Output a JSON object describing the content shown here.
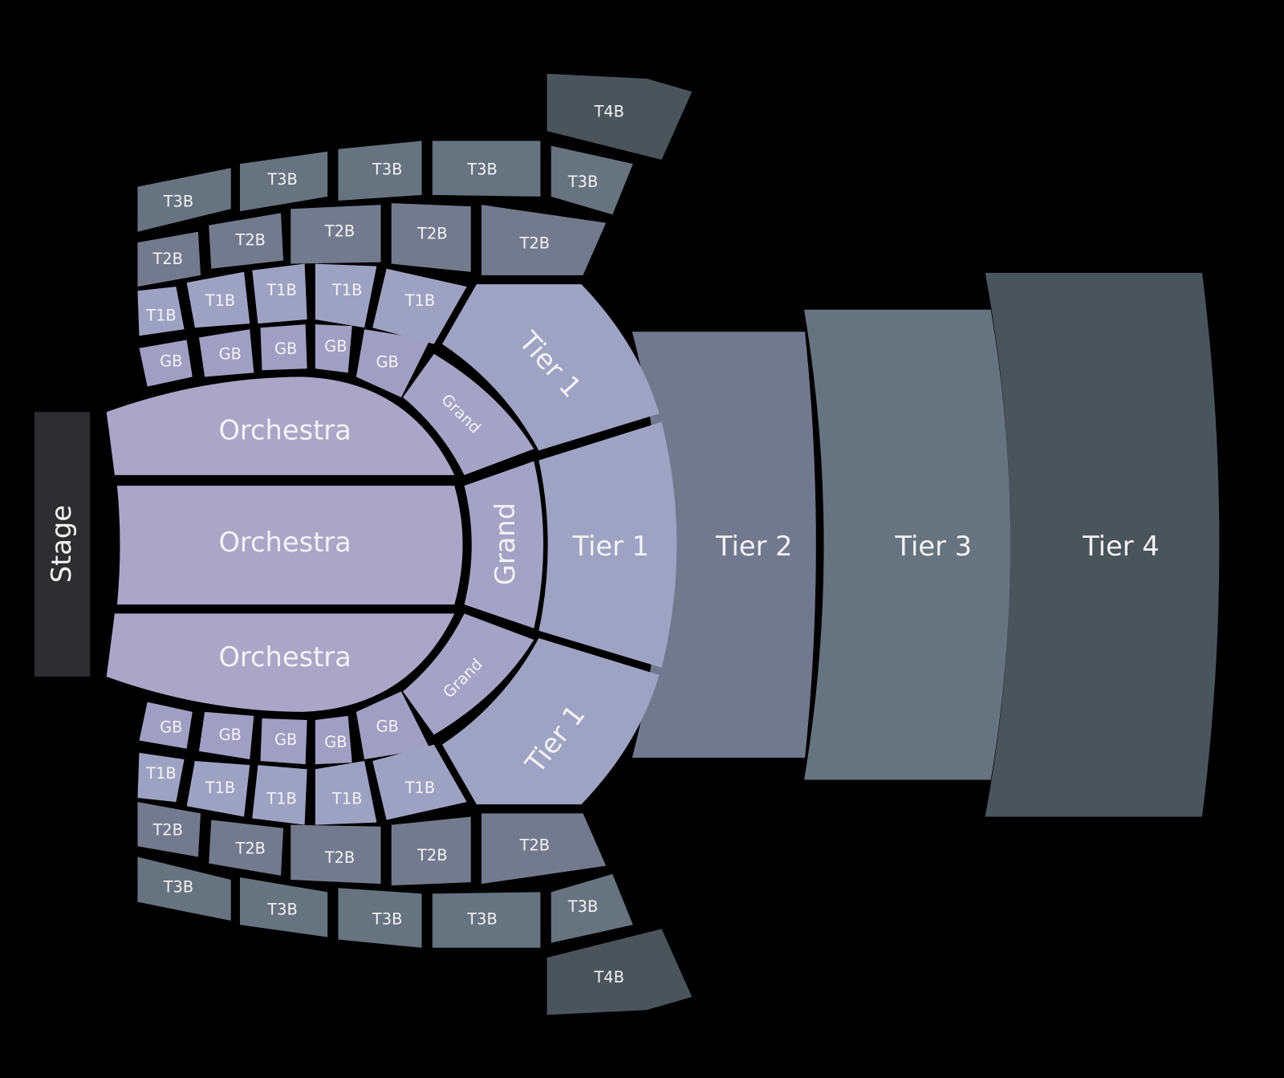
{
  "stage": {
    "label": "Stage",
    "color": "#2e2e31"
  },
  "main": {
    "orchestra": [
      "Orchestra",
      "Orchestra",
      "Orchestra"
    ],
    "grand": [
      "Grand",
      "Grand",
      "Grand"
    ],
    "tier1": [
      "Tier 1",
      "Tier 1",
      "Tier 1"
    ],
    "tier2": "Tier 2",
    "tier3": "Tier 3",
    "tier4": "Tier 4"
  },
  "balcony_top": {
    "t4b": [
      "T4B"
    ],
    "t3b": [
      "T3B",
      "T3B",
      "T3B",
      "T3B",
      "T3B"
    ],
    "t2b": [
      "T2B",
      "T2B",
      "T2B",
      "T2B",
      "T2B"
    ],
    "t1b": [
      "T1B",
      "T1B",
      "T1B",
      "T1B",
      "T1B"
    ],
    "gb": [
      "GB",
      "GB",
      "GB",
      "GB",
      "GB"
    ]
  },
  "balcony_bottom": {
    "t4b": [
      "T4B"
    ],
    "t3b": [
      "T3B",
      "T3B",
      "T3B",
      "T3B",
      "T3B"
    ],
    "t2b": [
      "T2B",
      "T2B",
      "T2B",
      "T2B",
      "T2B"
    ],
    "t1b": [
      "T1B",
      "T1B",
      "T1B",
      "T1B",
      "T1B"
    ],
    "gb": [
      "GB",
      "GB",
      "GB",
      "GB",
      "GB"
    ]
  },
  "colors": {
    "orchestra": "#aba6c7",
    "grand": "#a4a2c5",
    "tier1": "#9ea3c3",
    "gb": "#a09ec2",
    "t1b": "#9ea2c2",
    "t2b": "#747a8e",
    "tier2": "#72788e",
    "tier3": "#67737f",
    "tier4": "#4a545b"
  }
}
